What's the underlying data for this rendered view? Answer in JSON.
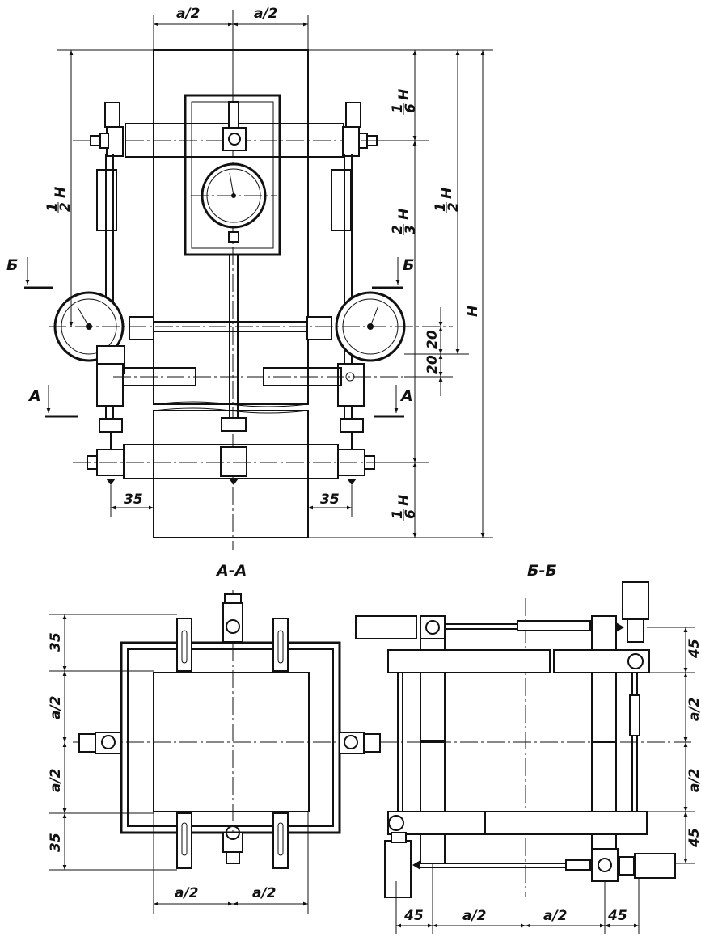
{
  "labels": {
    "a_half": "a/2",
    "h": "H",
    "h_half": "H",
    "h_sixth": "H",
    "h_two_thirds": "H",
    "twenty": "20",
    "thirty_five": "35",
    "forty_five": "45",
    "section_a": "А",
    "section_b": "Б",
    "section_aa": "А-А",
    "section_bb": "Б-Б",
    "frac_one": "1",
    "frac_two": "2",
    "frac_three": "3",
    "frac_six": "6"
  }
}
